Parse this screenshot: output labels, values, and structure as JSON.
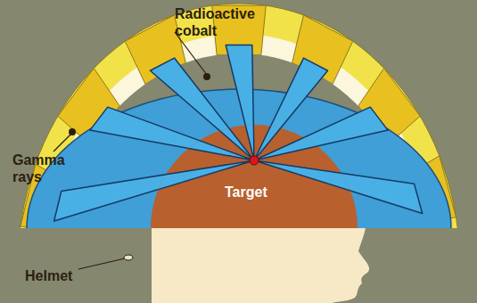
{
  "diagram": {
    "labels": [
      "Radioactive cobalt",
      "Gamma rays",
      "Target",
      "Helmet"
    ]
  }
}
